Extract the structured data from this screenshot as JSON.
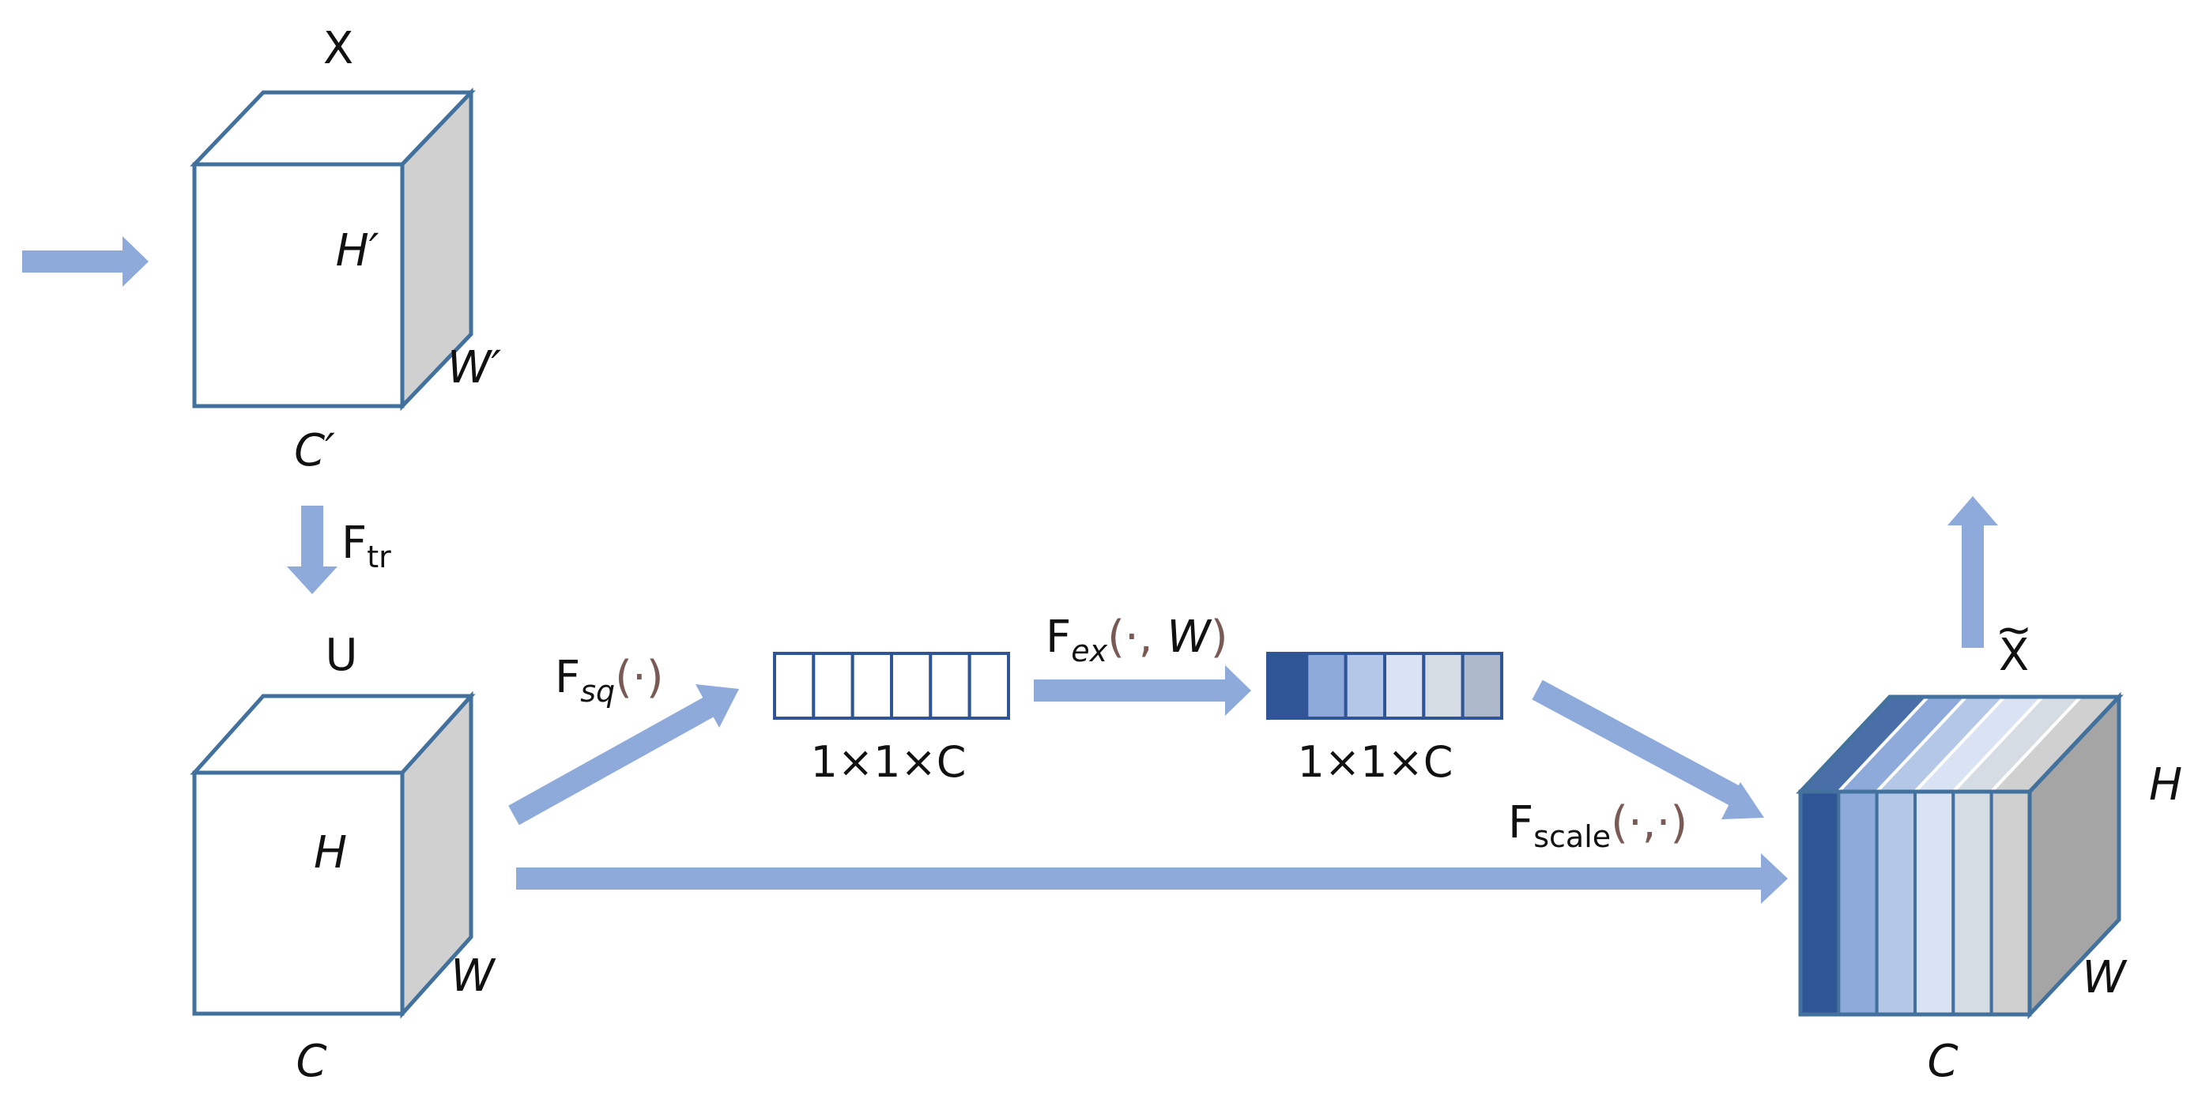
{
  "labels": {
    "x_top": "X",
    "x_top_height": "H′",
    "x_top_width": "W′",
    "x_top_channels": "C′",
    "u": "U",
    "u_height": "H",
    "u_width": "W",
    "u_channels": "C",
    "out_height": "H",
    "out_width": "W",
    "out_channels": "C",
    "x_tilde": "X",
    "tilde": "~"
  },
  "operators": {
    "transform": {
      "base": "F",
      "sub": "tr"
    },
    "squeeze": {
      "base": "F",
      "sub": "sq",
      "args": "(·)"
    },
    "excitation": {
      "base": "F",
      "sub": "ex",
      "args_open": "(·, ",
      "args_w": "W",
      "args_close": ")"
    },
    "scale": {
      "base": "F",
      "sub": "scale",
      "args": "(·,·)"
    }
  },
  "vectors": {
    "squeezed_dim": "1×1×C",
    "excited_dim": "1×1×C"
  },
  "colors": {
    "arrow": "#8eaadb",
    "outline": "#41719c",
    "side_face": "#d0d0d0",
    "excited_cells": [
      "#2f5597",
      "#8eaadb",
      "#b4c7e7",
      "#dae3f3",
      "#d6dce4",
      "#adb9ca"
    ],
    "output_slices": [
      "#2f5597",
      "#8eaadb",
      "#b4c7e7",
      "#dae3f3",
      "#d6dce4",
      "#d0d0d0"
    ],
    "output_top": [
      "#4a6ea8",
      "#8eaadb",
      "#b4c7e7",
      "#dae3f3",
      "#d6dce4",
      "#d0d0d0"
    ],
    "output_side": "#a5a5a5"
  }
}
